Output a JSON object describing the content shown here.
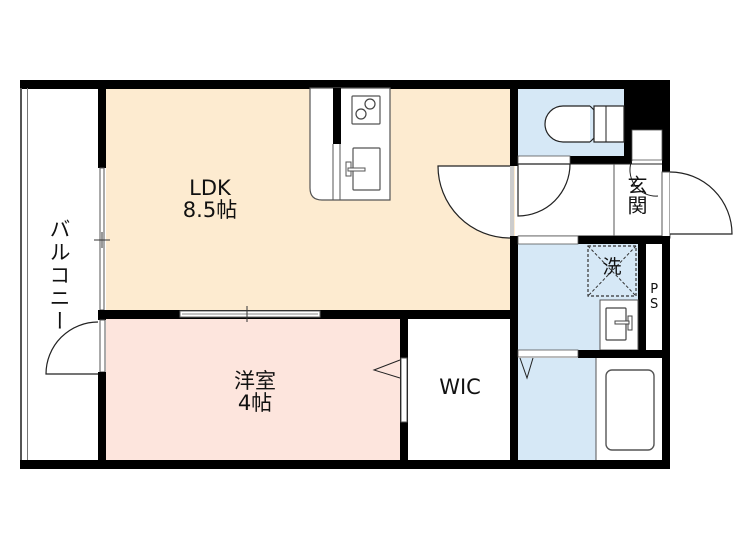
{
  "floor_plan": {
    "colors": {
      "wall": "#000000",
      "ldk": "#fdebd0",
      "western_room": "#fde5dd",
      "wet_area": "#d6e8f6",
      "plain": "#ffffff",
      "fixture_stroke": "#555555"
    },
    "rooms": [
      {
        "id": "ldk",
        "name": "LDK",
        "size": "8.5帖"
      },
      {
        "id": "western_room",
        "name": "洋室",
        "size": "4帖"
      },
      {
        "id": "wic",
        "name": "WIC"
      },
      {
        "id": "balcony",
        "name": "バルコニー"
      },
      {
        "id": "entrance",
        "name": "玄関"
      },
      {
        "id": "washing_machine",
        "name": "洗"
      },
      {
        "id": "pipe_space",
        "name": "PS"
      },
      {
        "id": "toilet",
        "name": ""
      },
      {
        "id": "washroom",
        "name": ""
      },
      {
        "id": "bathroom",
        "name": ""
      }
    ],
    "fixtures": [
      "stove",
      "kitchen-sink",
      "toilet",
      "wash-basin",
      "bathtub",
      "washing-machine-pan"
    ]
  }
}
